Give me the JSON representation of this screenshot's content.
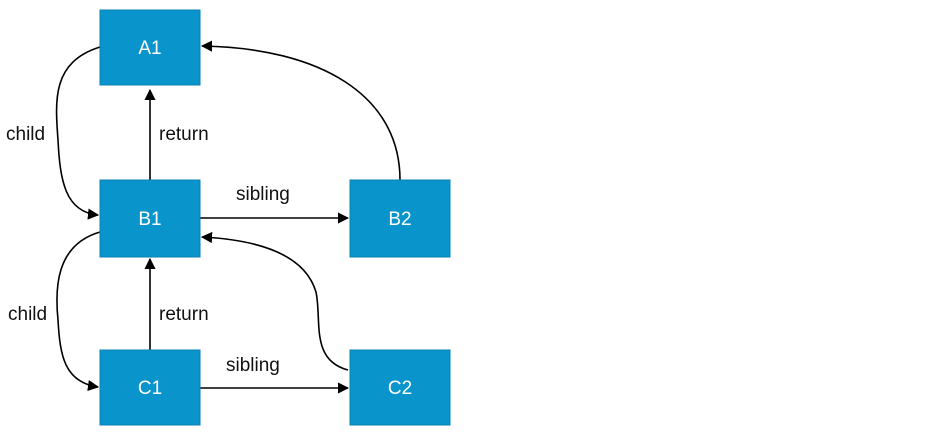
{
  "diagram": {
    "node_color": "#0a94cc",
    "nodes": [
      {
        "id": "A1",
        "label": "A1"
      },
      {
        "id": "B1",
        "label": "B1"
      },
      {
        "id": "B2",
        "label": "B2"
      },
      {
        "id": "C1",
        "label": "C1"
      },
      {
        "id": "C2",
        "label": "C2"
      }
    ],
    "edges": [
      {
        "from": "A1",
        "to": "B1",
        "label": "child"
      },
      {
        "from": "B1",
        "to": "A1",
        "label": "return"
      },
      {
        "from": "B1",
        "to": "B2",
        "label": "sibling"
      },
      {
        "from": "B2",
        "to": "A1",
        "label": ""
      },
      {
        "from": "B1",
        "to": "C1",
        "label": "child"
      },
      {
        "from": "C1",
        "to": "B1",
        "label": "return"
      },
      {
        "from": "C1",
        "to": "C2",
        "label": "sibling"
      },
      {
        "from": "C2",
        "to": "B1",
        "label": ""
      }
    ]
  }
}
